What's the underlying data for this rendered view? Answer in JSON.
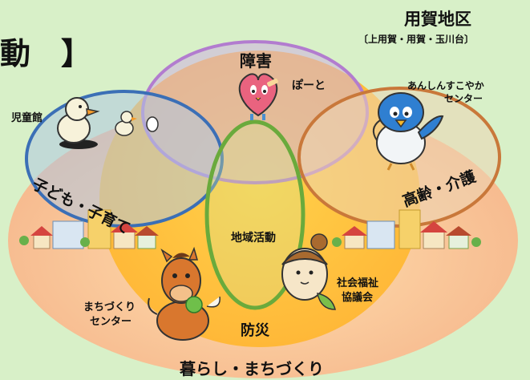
{
  "header": {
    "title_fragment": "動　】",
    "district": "用賀地区",
    "district_sub": "〔上用賀・用賀・玉川台〕"
  },
  "circles": {
    "disability": "障害",
    "child": "子ども・子育て",
    "elderly": "高齢・介護",
    "community": "地域活動",
    "disaster": "防災",
    "living": "暮らし・まちづくり"
  },
  "labels": {
    "poto": "ぽーと",
    "jidokan": "児童館",
    "anshin_line1": "あんしんすこやか",
    "anshin_line2": "センター",
    "machi_line1": "まちづくり",
    "machi_line2": "センター",
    "shakyo_line1": "社会福祉",
    "shakyo_line2": "協議会"
  },
  "colors": {
    "background": "#d8f0c8",
    "outer_ellipse": "#f6b98e",
    "core": "#ffc23a",
    "disability_ring": "#b27ccf",
    "child_ring": "#3b6fb6",
    "elderly_ring": "#c9783a",
    "community_ring": "#6aaa3c"
  },
  "icons": [
    "duck-mascot-icon",
    "chick-icons",
    "heart-mascot-icon",
    "bird-mascot-icon",
    "horse-mascot-icon",
    "acorn-mascot-icon",
    "houses-left-icon",
    "houses-right-icon"
  ]
}
